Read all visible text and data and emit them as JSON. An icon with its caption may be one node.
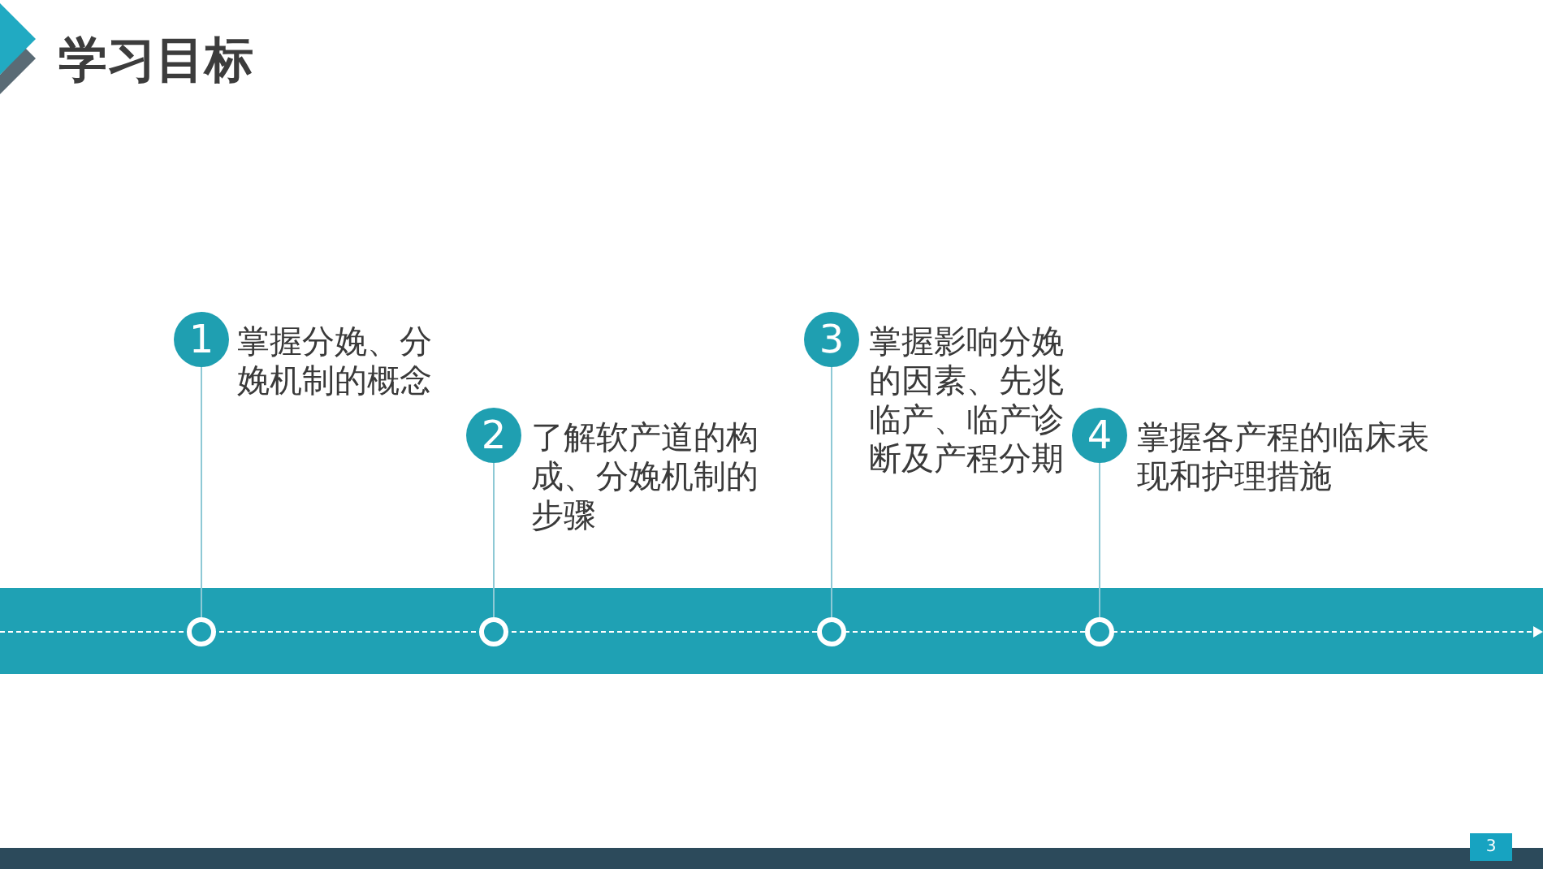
{
  "diagram": {
    "title": "学习目标",
    "nodes": [
      {
        "text": [
          "1"
        ],
        "beside": [
          "掌握分娩、分娩机制的概念"
        ]
      },
      {
        "text": [
          "2"
        ],
        "beside": [
          "了解软产道的构成、分娩机制的步骤"
        ]
      },
      {
        "text": [
          "3"
        ],
        "beside": [
          "掌握影响分娩的因素、先兆临产、临产诊断及产程分期"
        ]
      },
      {
        "text": [
          "4"
        ],
        "beside": [
          "掌握各产程的临床表现和护理措施"
        ]
      },
      {
        "text": [],
        "shape": "circle"
      },
      {
        "text": [],
        "shape": "circle"
      },
      {
        "text": [],
        "shape": "circle"
      },
      {
        "text": [],
        "shape": "circle"
      }
    ],
    "edges": [
      {
        "from": 0,
        "to": 4,
        "arrow": "none"
      },
      {
        "from": 1,
        "to": 5,
        "arrow": "none"
      },
      {
        "from": 2,
        "to": 6,
        "arrow": "none"
      },
      {
        "from": 3,
        "to": 7,
        "arrow": "none"
      }
    ],
    "labels": [
      "3"
    ]
  }
}
